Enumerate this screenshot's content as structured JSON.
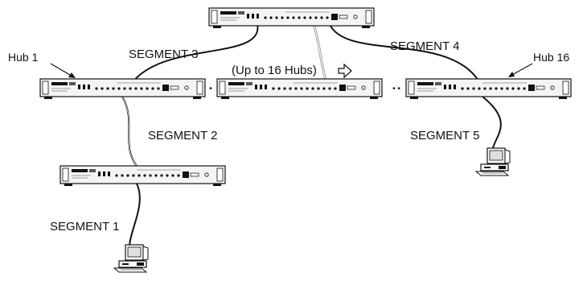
{
  "labels": {
    "segment_3": "SEGMENT 3",
    "segment_4": "SEGMENT 4",
    "segment_2": "SEGMENT 2",
    "segment_5": "SEGMENT 5",
    "segment_1": "SEGMENT 1",
    "hub_1": "Hub 1",
    "hub_16": "Hub 16",
    "up_to": "(Up to 16 Hubs)"
  },
  "separators": {
    "between_1_and_middle": "•",
    "between_middle_and_16": "• •"
  },
  "icons": {
    "hub_unit": "network-hub-icon",
    "computer": "computer-workstation-icon",
    "arrow": "hollow-right-arrow-icon"
  },
  "colors": {
    "line": "#111111",
    "hub_face": "#f4f4f4",
    "cable_gray": "#9a9a9a"
  }
}
